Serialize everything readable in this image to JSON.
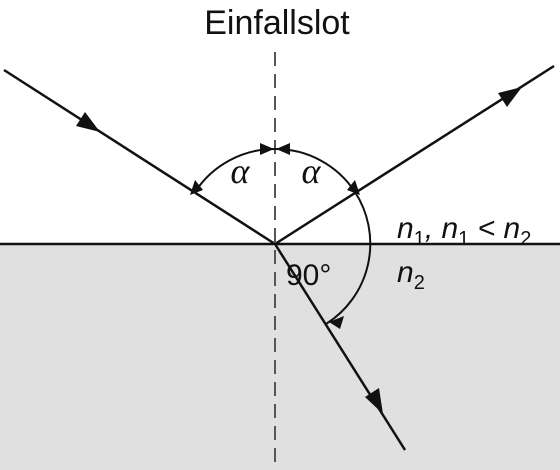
{
  "labels": {
    "normal": "Einfallslot",
    "alpha_left": "α",
    "alpha_right": "α",
    "angle_90": "90°",
    "n1_a_base": "n",
    "n1_a_sub": "1",
    "separator": ", ",
    "n1_b_base": "n",
    "n1_b_sub": "1",
    "less_than": " < ",
    "n2_a_base": "n",
    "n2_a_sub": "2",
    "n2_label_base": "n",
    "n2_label_sub": "2"
  },
  "colors": {
    "line": "#111111",
    "lower_medium": "#e0e0e0",
    "background": "#ffffff"
  }
}
